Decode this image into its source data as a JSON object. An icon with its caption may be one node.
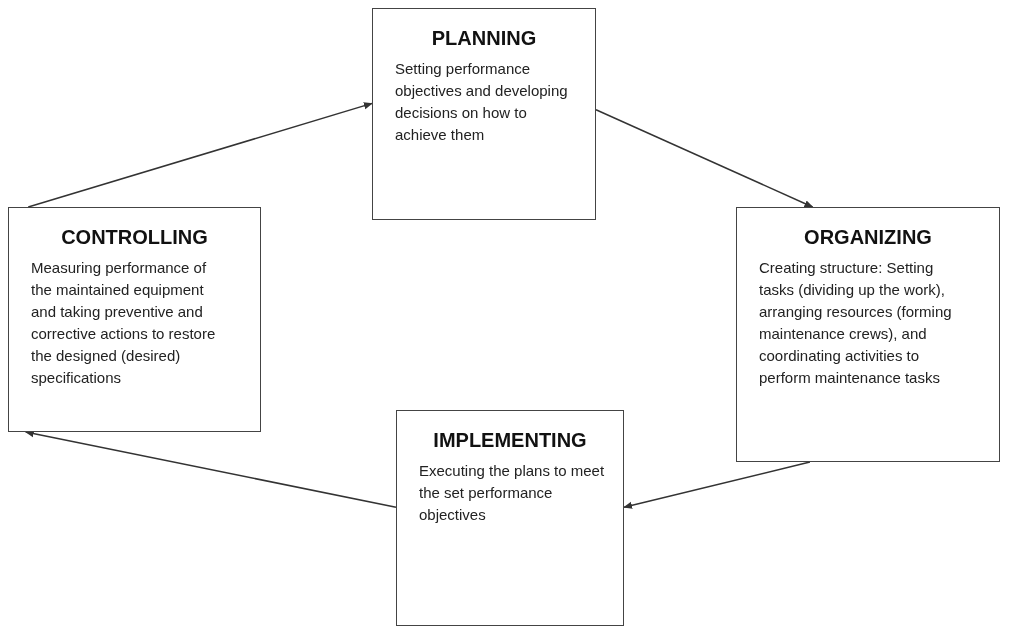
{
  "diagram": {
    "nodes": [
      {
        "text": [
          "PLANNING",
          "Setting performance objectives and developing decisions on how to achieve them"
        ]
      },
      {
        "text": [
          "ORGANIZING",
          "Creating structure: Setting tasks (dividing up the work), arranging resources (forming maintenance crews), and coordinating activities to perform maintenance tasks"
        ]
      },
      {
        "text": [
          "IMPLEMENTING",
          "Executing the plans to meet the set performance objectives"
        ]
      },
      {
        "text": [
          "CONTROLLING",
          "Measuring performance of the maintained equipment and taking preventive and corrective actions to restore the designed (desired) specifications"
        ]
      }
    ],
    "edges": [
      {
        "from": 0,
        "to": 1,
        "arrow": "to"
      },
      {
        "from": 1,
        "to": 2,
        "arrow": "to"
      },
      {
        "from": 2,
        "to": 3,
        "arrow": "to"
      },
      {
        "from": 3,
        "to": 0,
        "arrow": "to"
      }
    ]
  }
}
